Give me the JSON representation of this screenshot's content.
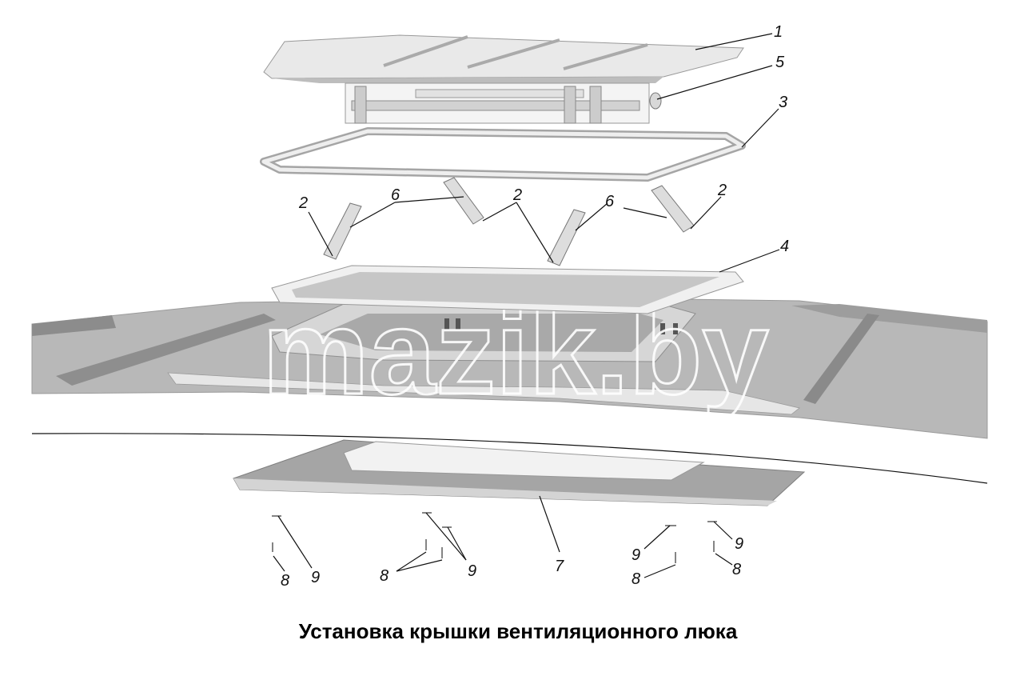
{
  "caption": "Установка крышки вентиляционного люка",
  "watermark": "mazik.by",
  "corner_mark": "",
  "colors": {
    "part_light": "#f2f2f2",
    "part_mid": "#cfcfcf",
    "part_dark": "#9a9a9a",
    "roof": "#b3b3b3",
    "roof_dark": "#8c8c8c",
    "line": "#111111"
  },
  "callouts": [
    {
      "id": "1",
      "text": "1"
    },
    {
      "id": "5",
      "text": "5"
    },
    {
      "id": "3",
      "text": "3"
    },
    {
      "id": "2",
      "text": "2"
    },
    {
      "id": "6",
      "text": "6"
    },
    {
      "id": "4",
      "text": "4"
    },
    {
      "id": "7",
      "text": "7"
    },
    {
      "id": "8",
      "text": "8"
    },
    {
      "id": "9",
      "text": "9"
    }
  ]
}
